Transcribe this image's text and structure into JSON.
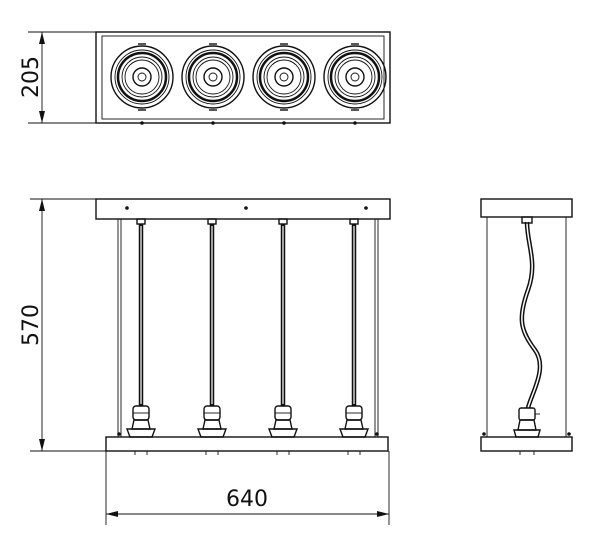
{
  "drawing": {
    "dimensions": {
      "depth": "205",
      "height": "570",
      "width": "640"
    },
    "lamp_count": 4
  }
}
